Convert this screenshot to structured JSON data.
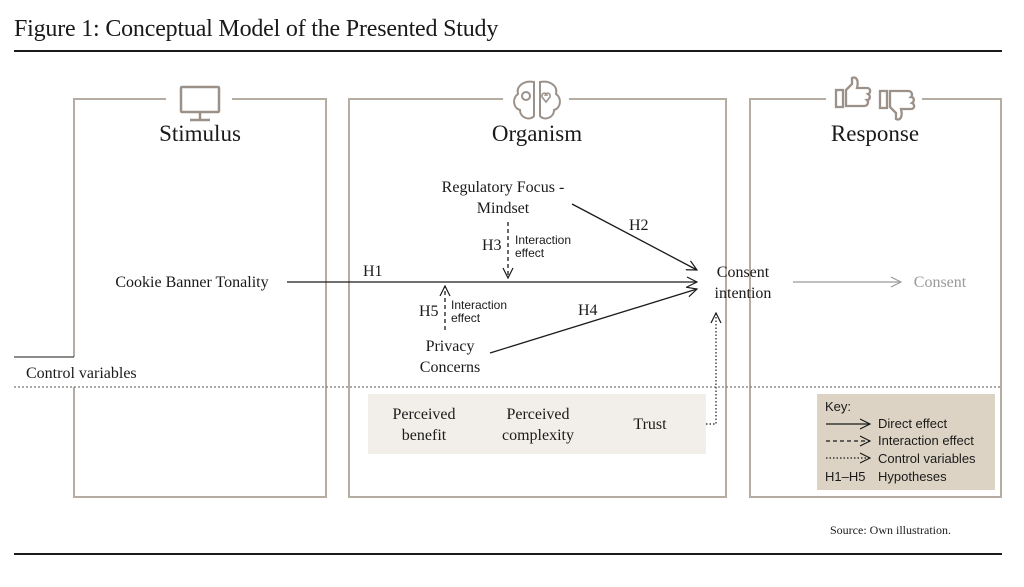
{
  "figure": {
    "title": "Figure 1: Conceptual Model of the Presented Study",
    "source": "Source: Own illustration."
  },
  "columns": {
    "stimulus": {
      "label": "Stimulus",
      "icon": "monitor-icon"
    },
    "organism": {
      "label": "Organism",
      "icon": "brain-icon"
    },
    "response": {
      "label": "Response",
      "icon": "thumbs-up-down-icon"
    }
  },
  "nodes": {
    "cookie_banner": "Cookie Banner Tonality",
    "regulatory_focus_line1": "Regulatory Focus -",
    "regulatory_focus_line2": "Mindset",
    "privacy_line1": "Privacy",
    "privacy_line2": "Concerns",
    "consent_intention_line1": "Consent",
    "consent_intention_line2": "intention",
    "consent": "Consent",
    "control_variables": "Control variables"
  },
  "hypotheses": {
    "h1": "H1",
    "h2": "H2",
    "h3": "H3",
    "h4": "H4",
    "h5": "H5",
    "interaction_line1": "Interaction",
    "interaction_line2": "effect"
  },
  "controls": {
    "perceived_benefit_line1": "Perceived",
    "perceived_benefit_line2": "benefit",
    "perceived_complexity_line1": "Perceived",
    "perceived_complexity_line2": "complexity",
    "trust": "Trust"
  },
  "key": {
    "title": "Key:",
    "direct": "Direct effect",
    "interaction": "Interaction effect",
    "control": "Control variables",
    "hyp_code": "H1–H5",
    "hyp_label": "Hypotheses"
  },
  "colors": {
    "frame": "#b5aca2",
    "control_box": "#f2efea",
    "key_box": "#dcd3c4",
    "icon": "#9b9189",
    "consent_grey": "#9a9a9a"
  }
}
